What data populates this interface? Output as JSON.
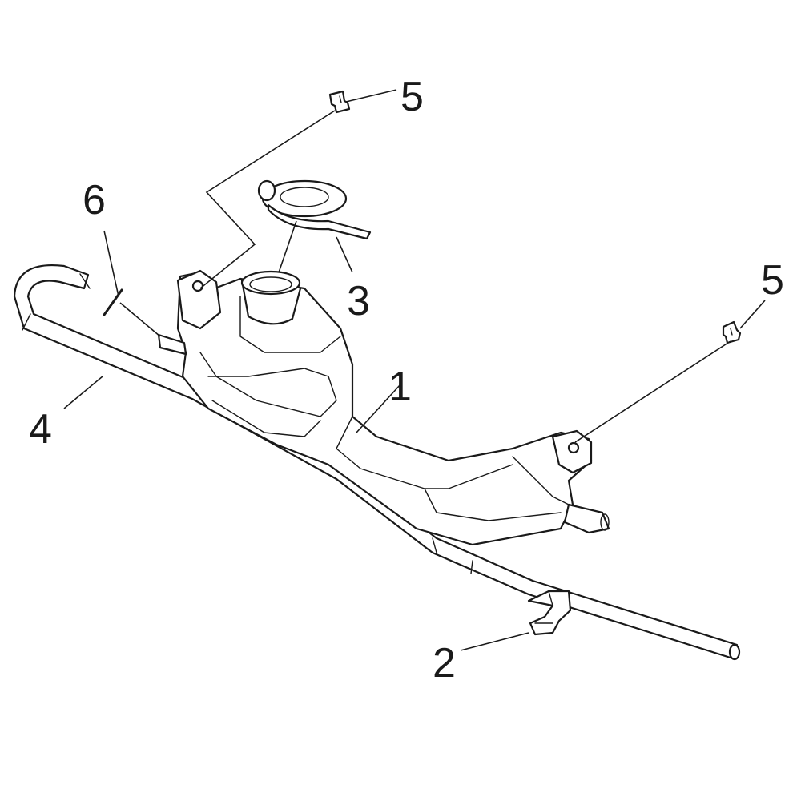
{
  "callouts": {
    "part1": "1",
    "part2": "2",
    "part3": "3",
    "part4": "4",
    "part5_top": "5",
    "part5_right": "5",
    "part6": "6"
  }
}
